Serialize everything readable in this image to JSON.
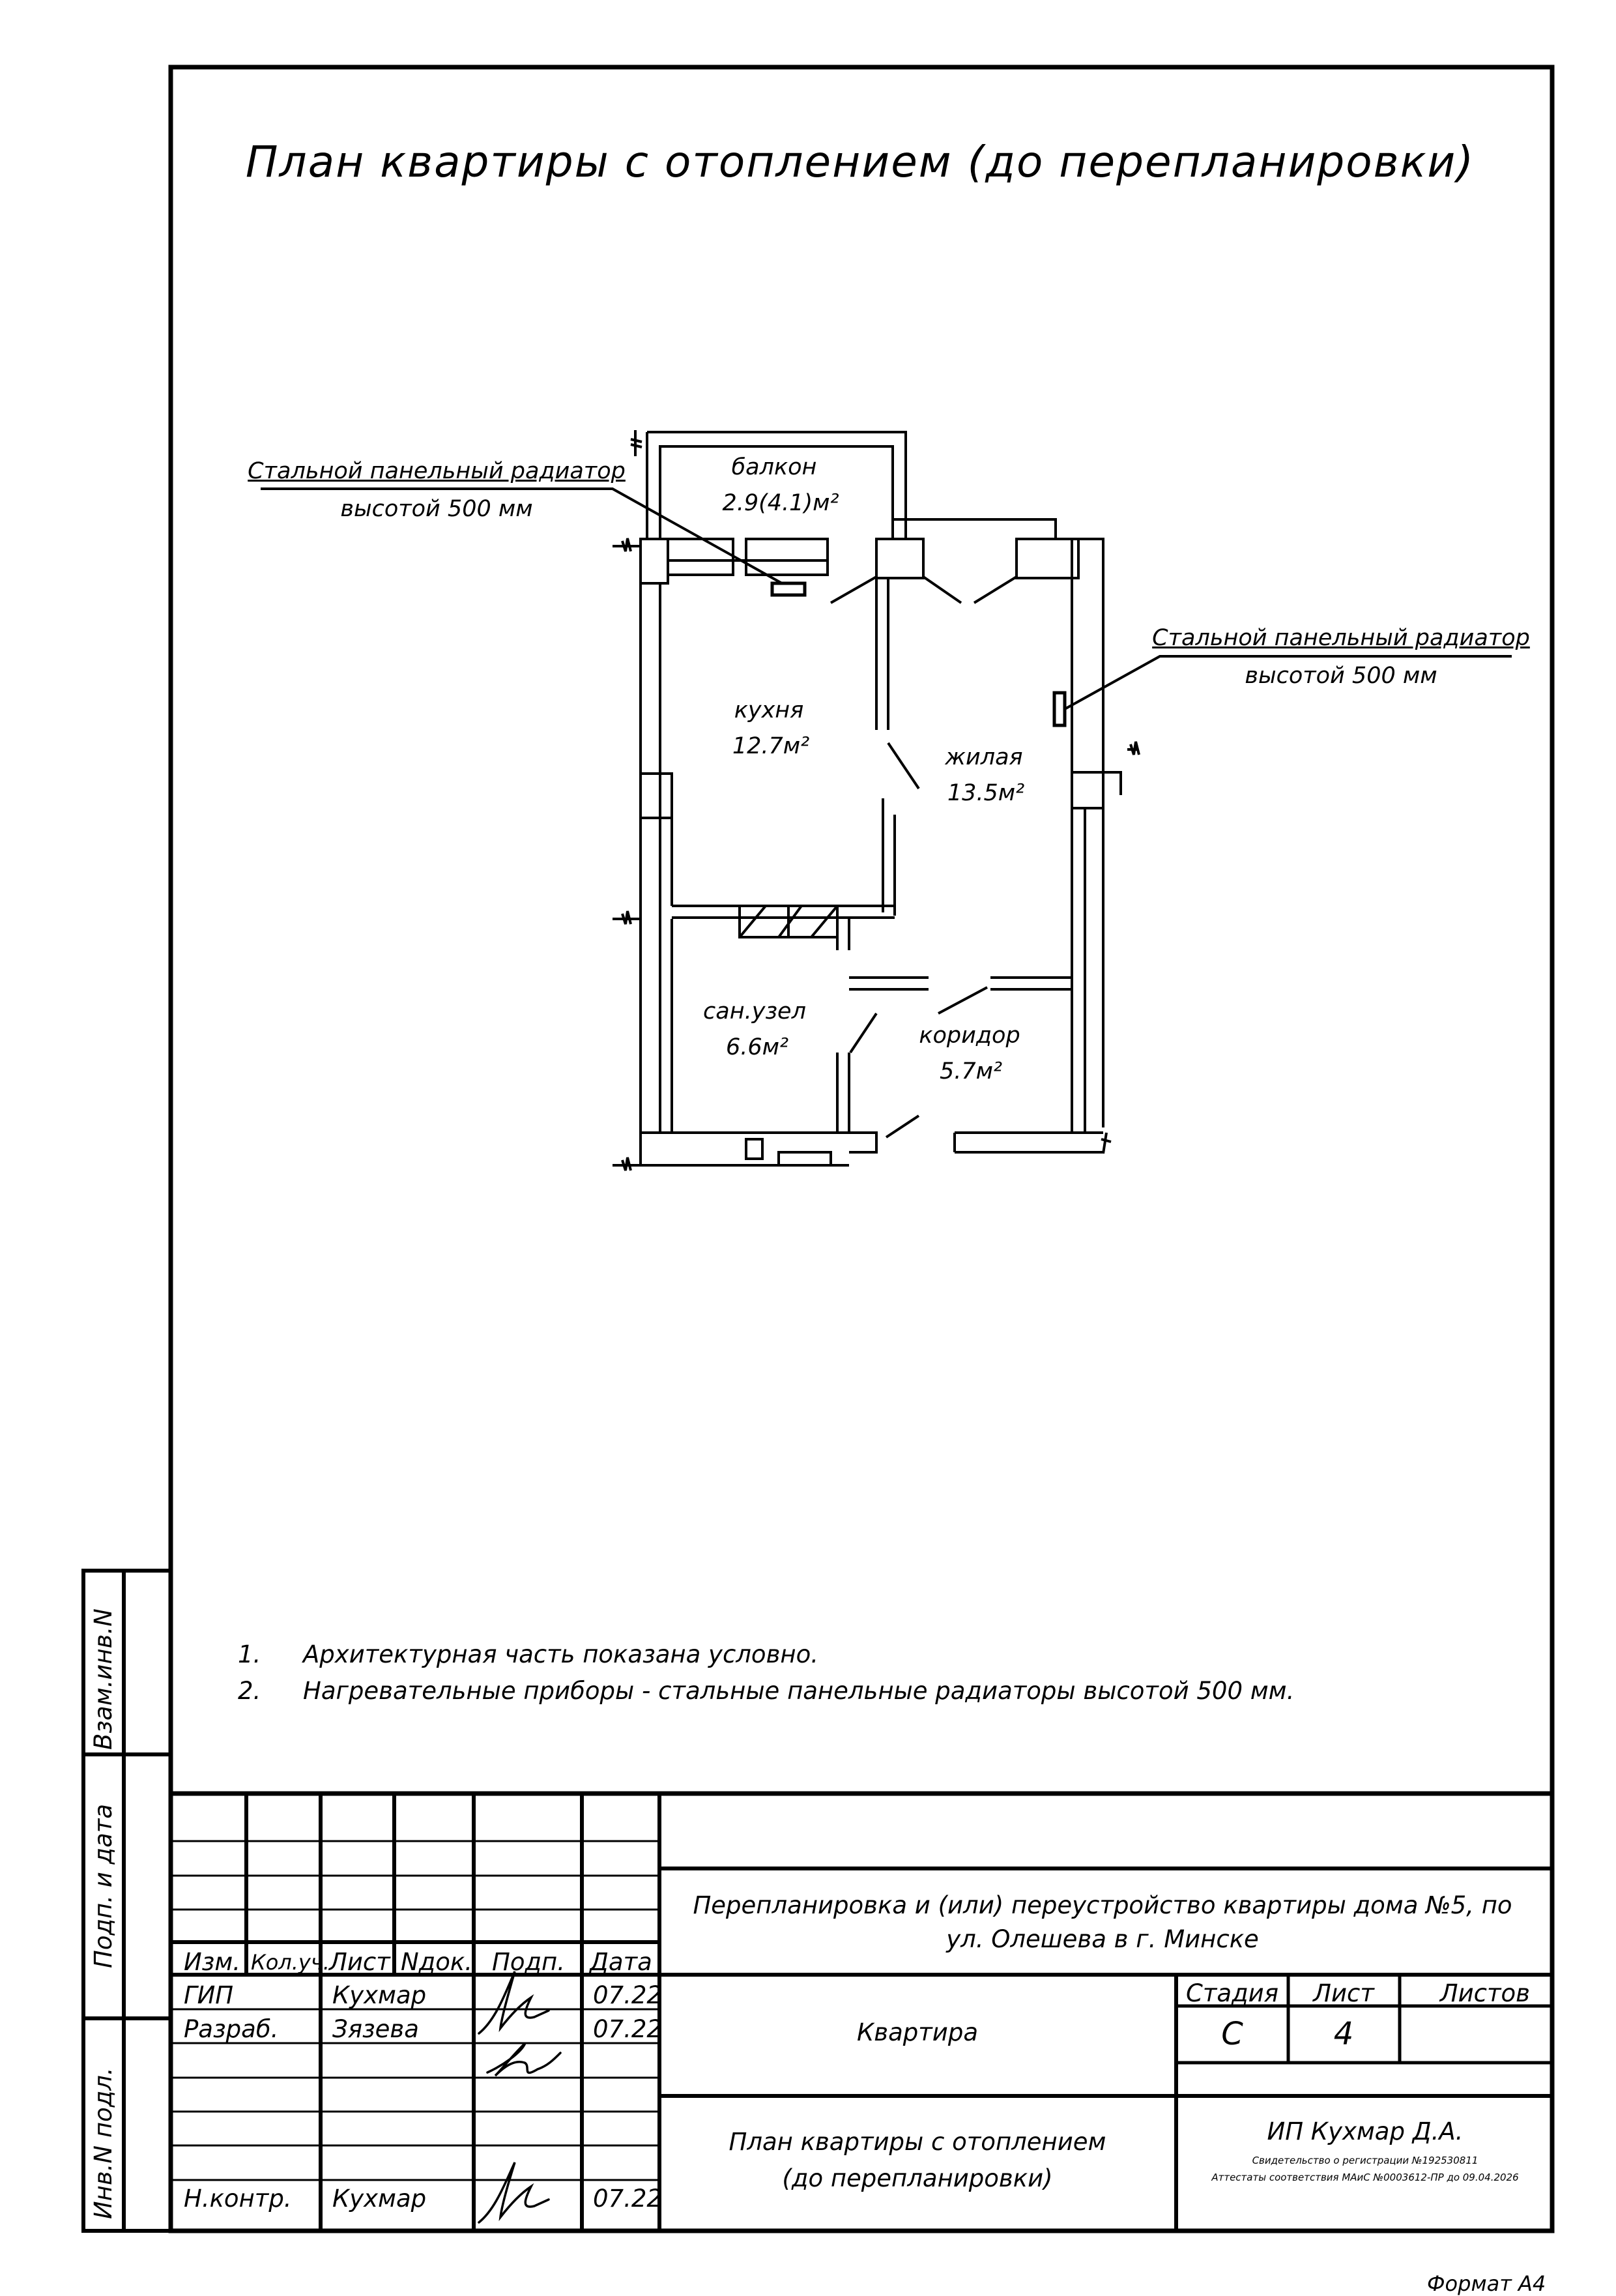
{
  "title": "План квартиры с отоплением (до перепланировки)",
  "callouts": {
    "radiator_left": {
      "line1": "Стальной панельный радиатор",
      "line2": "высотой 500 мм"
    },
    "radiator_right": {
      "line1": "Стальной панельный радиатор",
      "line2": "высотой 500 мм"
    }
  },
  "rooms": {
    "balcony": {
      "name": "балкон",
      "area": "2.9(4.1)м²"
    },
    "kitchen": {
      "name": "кухня",
      "area": "12.7м²"
    },
    "living": {
      "name": "жилая",
      "area": "13.5м²"
    },
    "bathroom": {
      "name": "сан.узел",
      "area": "6.6м²"
    },
    "corridor": {
      "name": "коридор",
      "area": "5.7м²"
    }
  },
  "notes": [
    {
      "num": "1.",
      "text": "Архитектурная часть показана условно."
    },
    {
      "num": "2.",
      "text": "Нагревательные приборы - стальные панельные радиаторы высотой 500 мм."
    }
  ],
  "side_labels": {
    "vzam": "Взам.инв.N",
    "podp": "Подп. и дата",
    "inv": "Инв.N подл."
  },
  "title_block": {
    "headers": [
      "Изм.",
      "Кол.уч.",
      "Лист",
      "Nдок.",
      "Подп.",
      "Дата"
    ],
    "rows": [
      {
        "role": "ГИП",
        "name": "Кухмар",
        "date": "07.22"
      },
      {
        "role": "Разраб.",
        "name": "Зязева",
        "date": "07.22"
      },
      {
        "role": "Н.контр.",
        "name": "Кухмар",
        "date": "07.22"
      }
    ],
    "project_line1": "Перепланировка и (или) переустройство квартиры  дома №5, по",
    "project_line2": "ул. Олешева в г. Минске",
    "object": "Квартира",
    "drawing_line1": "План квартиры с отоплением",
    "drawing_line2": "(до перепланировки)",
    "stage_header": "Стадия",
    "sheet_header": "Лист",
    "sheets_header": "Листов",
    "stage": "С",
    "sheet": "4",
    "sheets": "",
    "company": "ИП Кухмар Д.А.",
    "cert1": "Свидетельство о регистрации №192530811",
    "cert2": "Аттестаты соответствия МАиС №0003612-ПР до 09.04.2026"
  },
  "format": "Формат А4"
}
